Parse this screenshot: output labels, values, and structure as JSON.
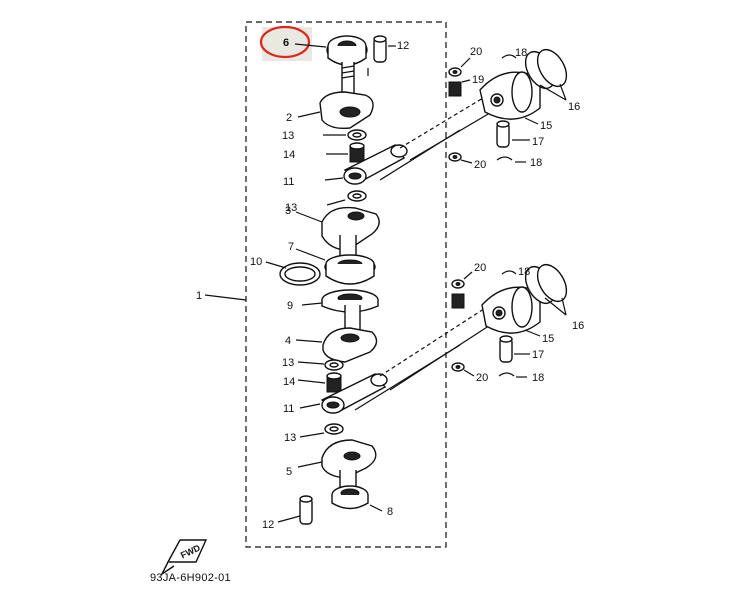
{
  "diagram": {
    "highlight_color": "#e0261c",
    "highlight_fill": "#e9e9e2",
    "callouts": {
      "c1": "1",
      "c2": "2",
      "c3": "3",
      "c4": "4",
      "c5": "5",
      "c6": "6",
      "c7": "7",
      "c8": "8",
      "c9": "9",
      "c10": "10",
      "c11a": "11",
      "c11b": "11",
      "c12a": "12",
      "c12b": "12",
      "c13a": "13",
      "c13b": "13",
      "c13c": "13",
      "c13d": "13",
      "c14a": "14",
      "c14b": "14",
      "c15a": "15",
      "c15b": "15",
      "c16a": "16",
      "c16b": "16",
      "c17a": "17",
      "c17b": "17",
      "c18a": "18",
      "c18b": "18",
      "c18c": "18",
      "c18d": "18",
      "c19": "19",
      "c20a": "20",
      "c20b": "20",
      "c20c": "20",
      "c20d": "20"
    },
    "fwd_label": "FWD",
    "drawing_code": "93JA-6H902-01"
  }
}
